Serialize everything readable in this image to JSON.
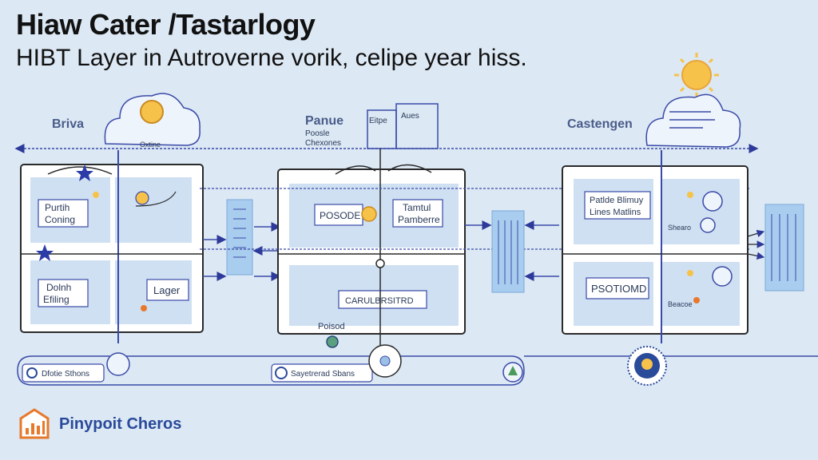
{
  "title": "Hiaw Cater /Tastarlogy",
  "subtitle": "HIBT Layer in Autroverne vorik, celipe year hiss.",
  "sections": {
    "left": "Briva",
    "middle_top": "Panue",
    "middle_top_sub1": "Poosle",
    "middle_top_sub2": "Chexones",
    "middle_tabs": [
      "Eitpe",
      "Aues"
    ],
    "right": "Castengen",
    "left_cloud": "Oxtine"
  },
  "boxes": {
    "left_top": [
      "Purtih",
      "Coning"
    ],
    "left_bottom": [
      "Dolnh",
      "Efiling"
    ],
    "left_layer": "Lager",
    "middle_a": "POSODE",
    "middle_b": [
      "Tamtul",
      "Pamberre"
    ],
    "middle_c": "CARULBRSITRD",
    "middle_c_sub": "Poisod",
    "right_a": [
      "Patlde Blimuy",
      "Lines Matlins"
    ],
    "right_b": "PSOTIOMD",
    "right_note1": "Shearo",
    "right_note2": "Beacoe"
  },
  "bottom": {
    "left_pill": "Dfotie Sthons",
    "middle_pill": "Sayetrerad Sbans"
  },
  "brand": "Pinypoit Cheros",
  "colors": {
    "accent": "#2d3a9a",
    "line": "#3a4aa8",
    "panel": "#cfe0f2",
    "box_fill": "#ffffff",
    "sun": "#f6c24a",
    "star": "#2b3ca8",
    "brand_orange": "#e8782a"
  }
}
